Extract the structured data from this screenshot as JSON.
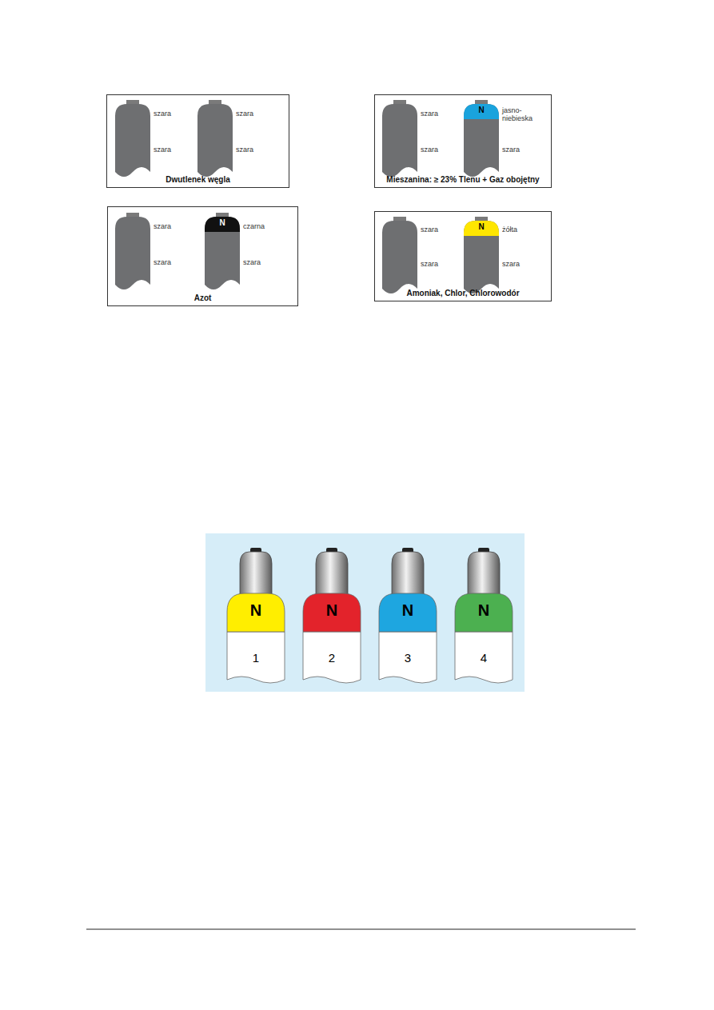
{
  "diagram": {
    "nodes": [
      {
        "text": [
          "Dwutlenek węgla"
        ]
      },
      {
        "text": [
          "Mieszanina: ≥ 23% Tlenu + Gaz obojętny"
        ]
      },
      {
        "text": [
          "Azot"
        ]
      },
      {
        "text": [
          "Amoniak, Chlor, Chlorowodór"
        ]
      }
    ],
    "labels": [
      "szara",
      "szara",
      "szara",
      "szara",
      "szara",
      "szara",
      "N",
      "jasno-niebieska",
      "szara",
      "szara",
      "szara",
      "N",
      "czarna",
      "szara",
      "szara",
      "szara",
      "N",
      "żółta",
      "szara",
      "N",
      "1",
      "N",
      "2",
      "N",
      "3",
      "N",
      "4"
    ]
  }
}
